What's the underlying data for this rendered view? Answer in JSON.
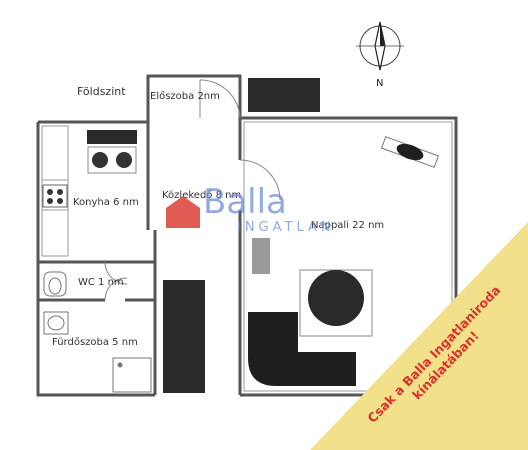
{
  "floor_label": "Földszint",
  "rooms": {
    "eloszoba": "Előszoba 2nm",
    "kozlekedo": "Közlekedő 8 nm",
    "konyha": "Konyha 6 nm",
    "nappali": "Nappali 22 nm",
    "wc": "WC 1 nm",
    "furdoszoba": "Fürdőszoba 5 nm"
  },
  "compass": {
    "north": "N"
  },
  "watermark": {
    "brand": "Balla",
    "sub": "INGATLAN"
  },
  "banner": {
    "line1": "Csak a Balla Ingatlaniroda",
    "line2": "kínálatában!",
    "color": "#f2e08a"
  },
  "colors": {
    "wall": "#555555",
    "furniture": "#2a2a2a",
    "logo_red": "#d9322b",
    "logo_blue": "#6d8fd6"
  },
  "icons": [
    "compass-icon",
    "balla-logo-icon"
  ]
}
